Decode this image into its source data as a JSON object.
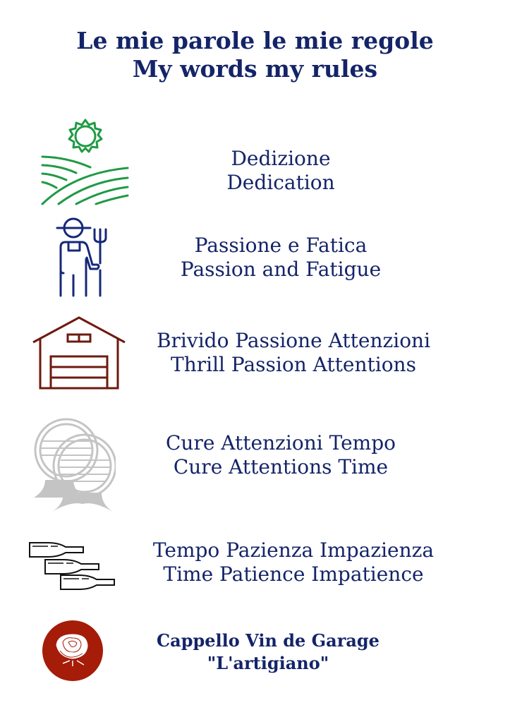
{
  "title": {
    "line1": "Le mie parole le mie regole",
    "line2": "My words my rules"
  },
  "items": [
    {
      "icon": "sun-fields-icon",
      "it": "Dedizione",
      "en": "Dedication",
      "color": "#1f9a45"
    },
    {
      "icon": "farmer-icon",
      "it": "Passione e Fatica",
      "en": "Passion and Fatigue",
      "color": "#14287a"
    },
    {
      "icon": "garage-icon",
      "it": "Brivido Passione Attenzioni",
      "en": "Thrill Passion Attentions",
      "color": "#6e1a0e"
    },
    {
      "icon": "barrels-icon",
      "it": "Cure Attenzioni Tempo",
      "en": "Cure Attentions Time",
      "color": "#c4c4c4"
    },
    {
      "icon": "wine-bottles-icon",
      "it": "Tempo Pazienza Impazienza",
      "en": "Time Patience Impatience",
      "color": "#111111"
    },
    {
      "icon": "rose-logo-icon",
      "it": "Cappello Vin de Garage",
      "en": "\"L'artigiano\"",
      "color": "#a51c08"
    }
  ]
}
